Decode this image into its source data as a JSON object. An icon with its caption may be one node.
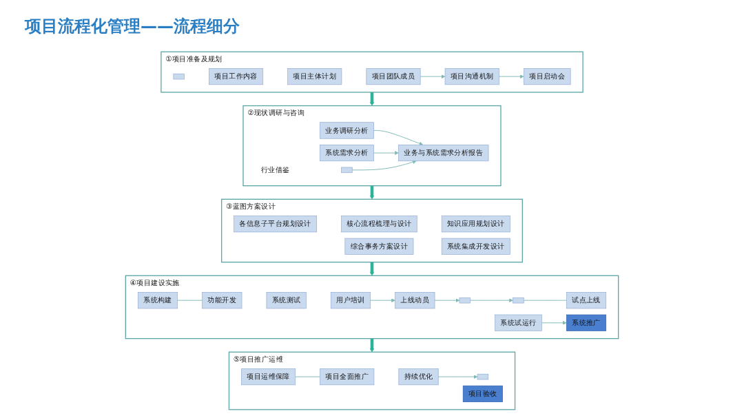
{
  "diagram": {
    "title": "项目流程化管理——流程细分",
    "nodes": [
      {
        "text": [
          "①项目准备及规划"
        ]
      },
      {
        "text": [],
        "shape": "box",
        "in": 0
      },
      {
        "text": [
          "项目工作内容"
        ],
        "in": 0
      },
      {
        "text": [
          "项目主体计划"
        ],
        "in": 0
      },
      {
        "text": [
          "项目团队成员"
        ],
        "in": 0
      },
      {
        "text": [
          "项目沟通机制"
        ],
        "in": 0
      },
      {
        "text": [
          "项目启动会"
        ],
        "in": 0
      },
      {
        "text": [
          "②现状调研与咨询"
        ]
      },
      {
        "text": [
          "业务调研分析"
        ],
        "in": 7
      },
      {
        "text": [
          "系统需求分析"
        ],
        "in": 7
      },
      {
        "text": [
          "行业借鉴"
        ],
        "in": 7
      },
      {
        "text": [],
        "shape": "box",
        "in": 7
      },
      {
        "text": [
          "业务与系统需求分析报告"
        ],
        "in": 7
      },
      {
        "text": [
          "③蓝图方案设计"
        ]
      },
      {
        "text": [
          "各信息子平台规划设计"
        ],
        "in": 13
      },
      {
        "text": [
          "核心流程梳理与设计"
        ],
        "in": 13
      },
      {
        "text": [
          "知识应用规划设计"
        ],
        "in": 13
      },
      {
        "text": [
          "综合事务方案设计"
        ],
        "in": 13
      },
      {
        "text": [
          "系统集成开发设计"
        ],
        "in": 13
      },
      {
        "text": [
          "④项目建设实施"
        ]
      },
      {
        "text": [
          "系统构建"
        ],
        "in": 19
      },
      {
        "text": [
          "功能开发"
        ],
        "in": 19
      },
      {
        "text": [
          "系统测试"
        ],
        "in": 19
      },
      {
        "text": [
          "用户培训"
        ],
        "in": 19
      },
      {
        "text": [
          "上线动员"
        ],
        "in": 19
      },
      {
        "text": [],
        "shape": "box",
        "in": 19
      },
      {
        "text": [],
        "shape": "box",
        "in": 19
      },
      {
        "text": [
          "试点上线"
        ],
        "in": 19
      },
      {
        "text": [
          "系统试运行"
        ],
        "in": 19
      },
      {
        "text": [
          "系统推广"
        ],
        "in": 19
      },
      {
        "text": [
          "⑤项目推广运维"
        ]
      },
      {
        "text": [
          "项目运维保障"
        ],
        "in": 30
      },
      {
        "text": [
          "项目全面推广"
        ],
        "in": 30
      },
      {
        "text": [
          "持续优化"
        ],
        "in": 30
      },
      {
        "text": [],
        "shape": "box",
        "in": 30
      },
      {
        "text": [
          "项目验收"
        ],
        "in": 30
      }
    ],
    "edges": [
      {
        "from": 0,
        "to": 7,
        "arrow": "to",
        "style": "thick",
        "color": "#2bb39a"
      },
      {
        "from": 7,
        "to": 13,
        "arrow": "to",
        "style": "thick",
        "color": "#2bb39a"
      },
      {
        "from": 13,
        "to": 19,
        "arrow": "to",
        "style": "thick",
        "color": "#2bb39a"
      },
      {
        "from": 19,
        "to": 30,
        "arrow": "to",
        "style": "thick",
        "color": "#2bb39a"
      },
      {
        "from": 4,
        "to": 5,
        "arrow": "to"
      },
      {
        "from": 5,
        "to": 6,
        "arrow": "to"
      },
      {
        "from": 8,
        "to": 12,
        "arrow": "to"
      },
      {
        "from": 9,
        "to": 12,
        "arrow": "to"
      },
      {
        "from": 11,
        "to": 12,
        "arrow": "to"
      },
      {
        "from": 20,
        "to": 21,
        "arrow": "none"
      },
      {
        "from": 23,
        "to": 24,
        "arrow": "to"
      },
      {
        "from": 24,
        "to": 25,
        "arrow": "to"
      },
      {
        "from": 25,
        "to": 26,
        "arrow": "to"
      },
      {
        "from": 26,
        "to": 27,
        "arrow": "none"
      },
      {
        "from": 28,
        "to": 29,
        "arrow": "to"
      },
      {
        "from": 31,
        "to": 32,
        "arrow": "none"
      },
      {
        "from": 33,
        "to": 34,
        "arrow": "to"
      }
    ]
  }
}
